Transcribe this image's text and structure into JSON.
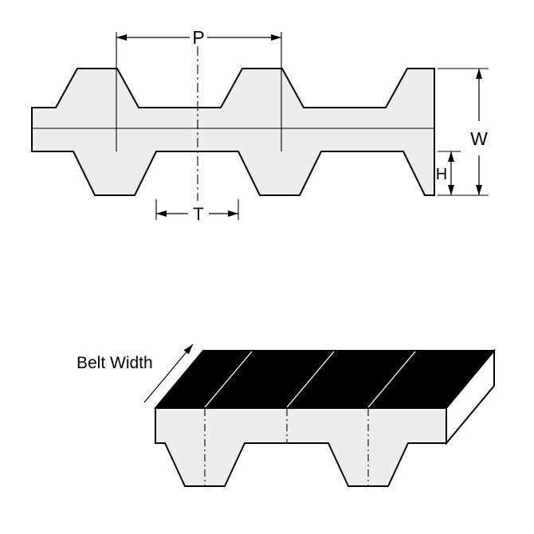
{
  "diagram": {
    "labels": {
      "pitch": "P",
      "overall_thickness": "W",
      "tooth_height": "H",
      "tooth_spacing": "T",
      "belt_width": "Belt Width"
    },
    "colors": {
      "line": "#000000",
      "belt_fill": "#ededed",
      "top_surface_fill": "#000000",
      "end_face_fill": "#ffffff",
      "background": "#ffffff"
    }
  }
}
